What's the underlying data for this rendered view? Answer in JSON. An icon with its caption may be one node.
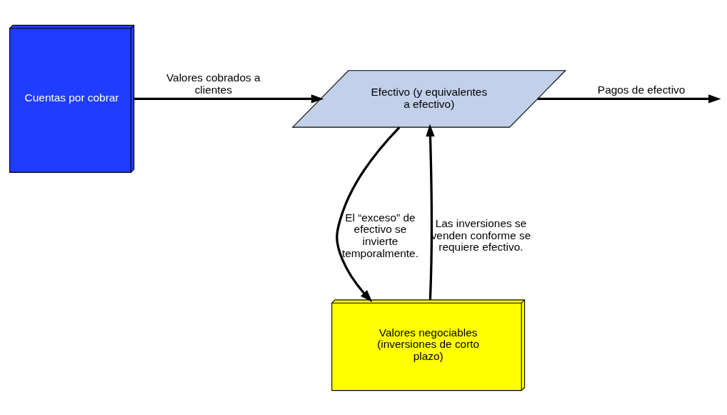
{
  "diagram": {
    "nodes": [
      {
        "text": [
          "Cuentas por cobrar"
        ]
      },
      {
        "text": [
          "Efectivo (y equivalentes a efectivo)"
        ]
      },
      {
        "text": [
          "Valores negociables (inversiones de corto plazo)"
        ]
      }
    ],
    "edges": [
      {
        "from": 0,
        "to": 1,
        "arrow": "to",
        "label": "Valores cobrados a clientes"
      },
      {
        "from": 1,
        "to": null,
        "arrow": "to",
        "label": "Pagos de efectivo"
      },
      {
        "from": 1,
        "to": 2,
        "arrow": "to",
        "label": "El “exceso” de efectivo se invierte temporalmente."
      },
      {
        "from": 2,
        "to": 1,
        "arrow": "to",
        "label": "Las inversiones se venden conforme se requiere efectivo."
      }
    ]
  }
}
